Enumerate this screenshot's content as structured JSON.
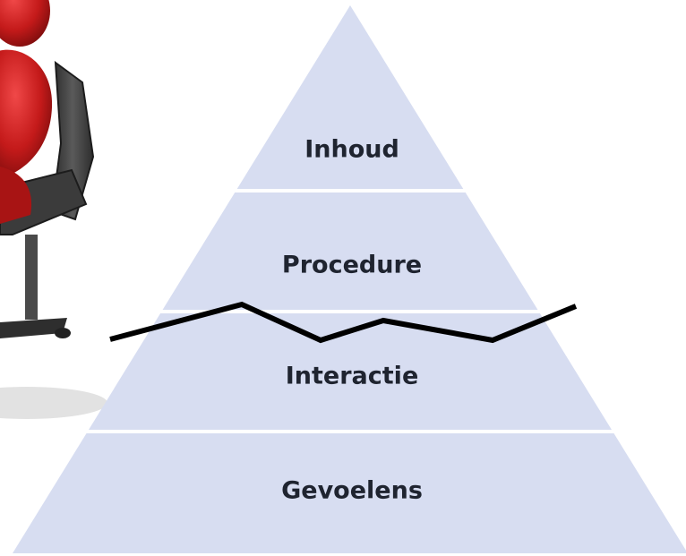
{
  "pyramid": {
    "levels": [
      {
        "label": "Inhoud"
      },
      {
        "label": "Procedure"
      },
      {
        "label": "Interactie"
      },
      {
        "label": "Gevoelens"
      }
    ],
    "fill_color": "#d7ddf1",
    "separator_color": "#ffffff",
    "zigzag_color": "#000000",
    "label_color": "#1f2430"
  },
  "illustration": {
    "icon": "red-figure-in-office-chair-icon",
    "figure_color": "#c41a1a",
    "chair_color": "#3a3a3a"
  }
}
